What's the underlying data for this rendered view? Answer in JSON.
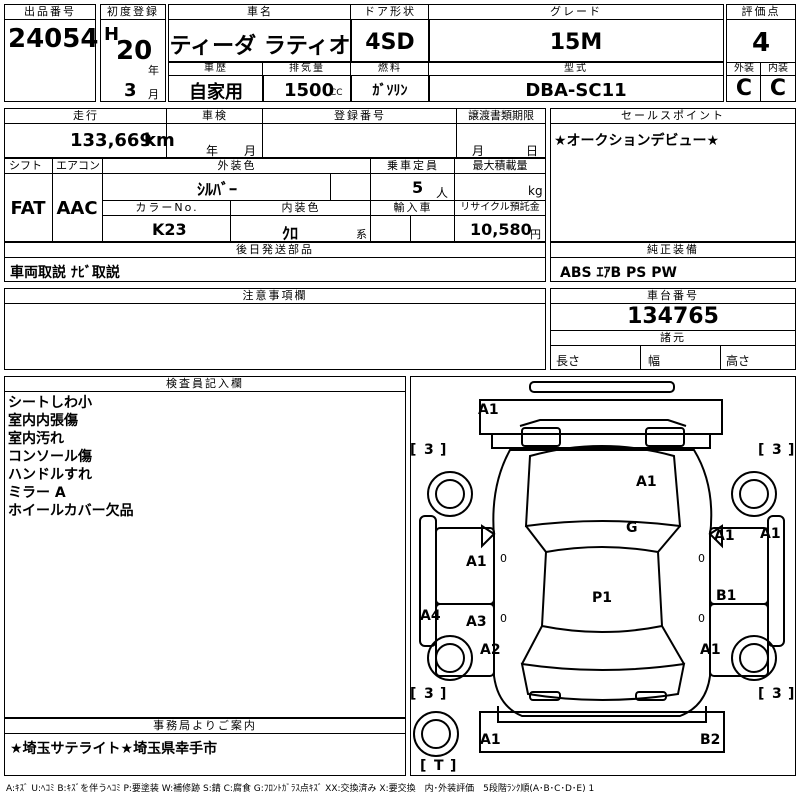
{
  "header": {
    "lot_label": "出品番号",
    "lot_no": "24054",
    "reg_label": "初度登録",
    "era": "H",
    "year": "20",
    "year_unit": "年",
    "month": "3",
    "month_unit": "月",
    "car_name_label": "車名",
    "car_name": "ティーダ ラティオ",
    "door_label": "ドア形状",
    "door": "4SD",
    "grade_label": "グレード",
    "grade": "15M",
    "score_label": "評価点",
    "score": "4",
    "history_label": "車歴",
    "history": "自家用",
    "displacement_label": "排気量",
    "displacement": "1500",
    "displacement_unit": "CC",
    "fuel_label": "燃料",
    "fuel": "ｶﾞｿﾘﾝ",
    "model_label": "型式",
    "model": "DBA-SC11",
    "ext_label": "外装",
    "ext": "C",
    "int_label": "内装",
    "int": "C"
  },
  "row2": {
    "mileage_label": "走行",
    "mileage": "133,669",
    "mileage_unit": "km",
    "inspection_label": "車検",
    "year_unit": "年",
    "month_unit": "月",
    "regno_label": "登録番号",
    "transfer_label": "譲渡書類期限",
    "day_unit": "日",
    "sales_label": "セールスポイント",
    "sales_text": "★オークションデビュー★"
  },
  "row3": {
    "shift_label": "シフト",
    "shift": "FAT",
    "ac_label": "エアコン",
    "ac": "AAC",
    "ext_color_label": "外装色",
    "ext_color": "ｼﾙﾊﾞｰ",
    "capacity_label": "乗車定員",
    "capacity": "5",
    "capacity_unit": "人",
    "maxload_label": "最大積載量",
    "maxload_unit": "kg",
    "color_no_label": "カラーNo.",
    "color_no": "K23",
    "int_color_label": "内装色",
    "int_color": "ｸﾛ",
    "int_color_unit": "系",
    "import_label": "輸入車",
    "recycle_label": "リサイクル預託金",
    "recycle": "10,580",
    "recycle_unit": "円"
  },
  "parts": {
    "later_label": "後日発送部品",
    "later_text": "車両取説 ﾅﾋﾞ取説",
    "genuine_label": "純正装備",
    "genuine_text": "ABS ｴｱB PS PW"
  },
  "notes": {
    "label": "注意事項欄",
    "text": ""
  },
  "chassis": {
    "label": "車台番号",
    "number": "134765",
    "spec_label": "諸元",
    "length": "長さ",
    "width": "幅",
    "height": "高さ"
  },
  "inspector": {
    "label": "検査員記入欄",
    "lines": [
      "シートしわ小",
      "室内内張傷",
      "室内汚れ",
      "コンソール傷",
      "ハンドルすれ",
      "ミラー A",
      "ホイールカバー欠品"
    ]
  },
  "office": {
    "label": "事務局よりご案内",
    "text": "★埼玉サテライト★埼玉県幸手市"
  },
  "legend": "A:ｷｽﾞ U:ﾍｺﾐ B:ｷｽﾞを伴うﾍｺﾐ P:要塗装 W:補修跡 S:錆 C:腐食 G:ﾌﾛﾝﾄｶﾞﾗｽ点ｷｽﾞ XX:交換済み X:要交換　内･外装評価　5段階ﾗﾝｸ順(A･B･C･D･E) 1",
  "diagram": {
    "marks": {
      "front_bumper": "A1",
      "hood": "A1",
      "windshield": "G",
      "roof": "P1",
      "rf_fender": "A1",
      "rf_edge": "A1",
      "rr_door": "B1",
      "rr_quarter": "A1",
      "lf_door": "A1",
      "lr_door": "A3",
      "lr_edge": "A4",
      "lr_quarter": "A2",
      "rear_bumper_l": "A1",
      "rear_bumper_r": "B2",
      "tire_lf": "3",
      "tire_rf": "3",
      "tire_lr": "3",
      "tire_rr": "3",
      "spare": "T",
      "zero_1": "0",
      "zero_2": "0",
      "zero_3": "0",
      "zero_4": "0"
    }
  }
}
